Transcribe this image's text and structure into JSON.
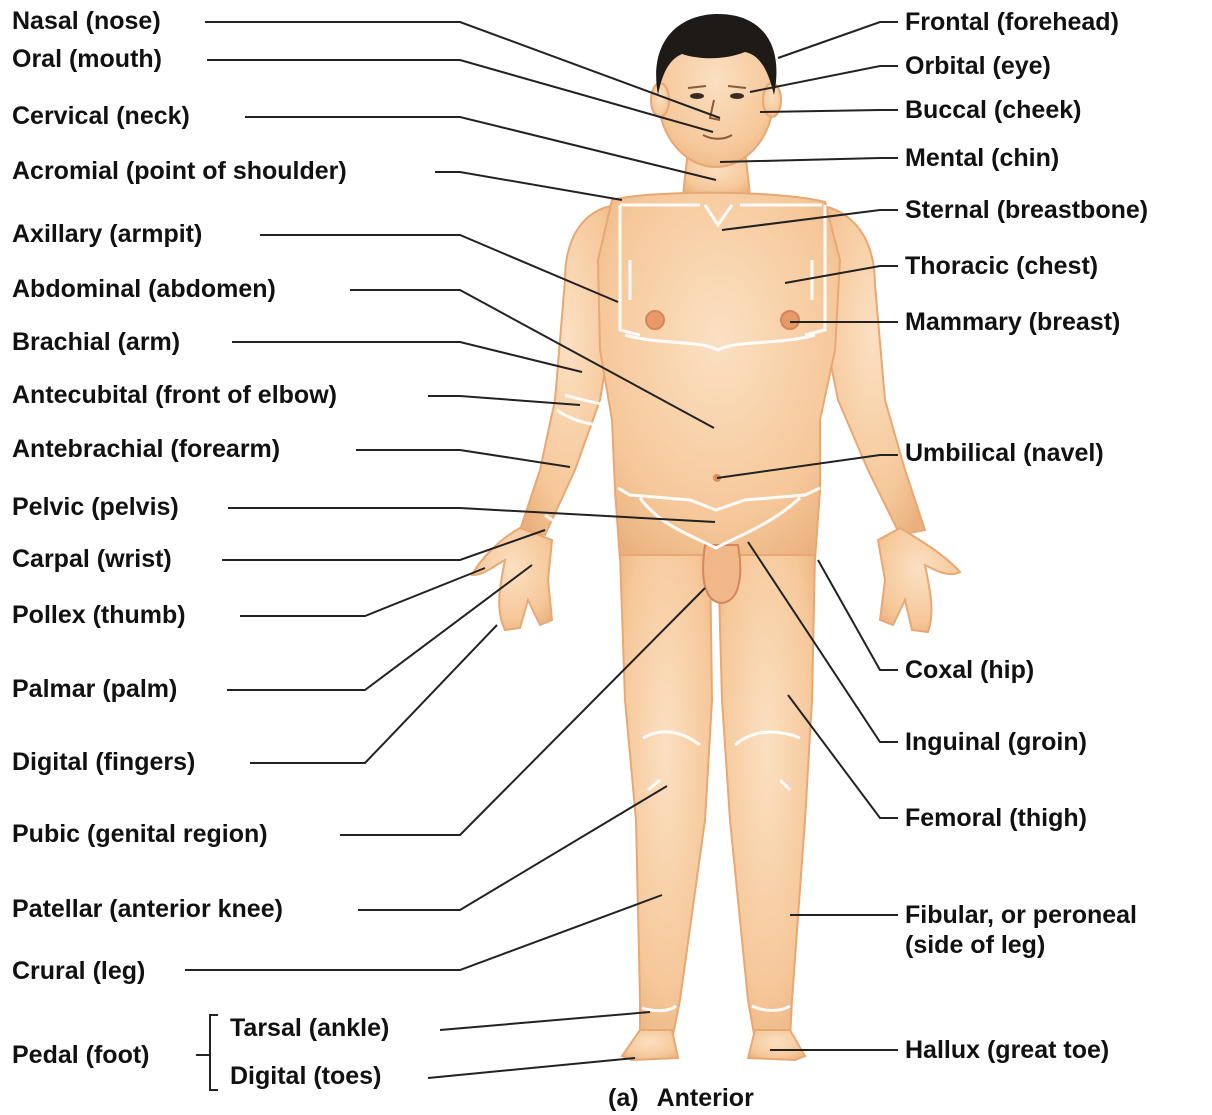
{
  "labels": {
    "left": {
      "nasal": "Nasal (nose)",
      "oral": "Oral (mouth)",
      "cervical": "Cervical (neck)",
      "acromial": "Acromial (point of shoulder)",
      "axillary": "Axillary (armpit)",
      "abdominal": "Abdominal (abdomen)",
      "brachial": "Brachial (arm)",
      "antecubital": "Antecubital (front of elbow)",
      "antebrachial": "Antebrachial (forearm)",
      "pelvic": "Pelvic (pelvis)",
      "carpal": "Carpal (wrist)",
      "pollex": "Pollex (thumb)",
      "palmar": "Palmar (palm)",
      "digital_fingers": "Digital (fingers)",
      "pubic": "Pubic (genital region)",
      "patellar": "Patellar (anterior knee)",
      "crural": "Crural (leg)",
      "pedal": "Pedal (foot)",
      "tarsal": "Tarsal (ankle)",
      "digital_toes": "Digital (toes)"
    },
    "right": {
      "frontal": "Frontal (forehead)",
      "orbital": "Orbital (eye)",
      "buccal": "Buccal (cheek)",
      "mental": "Mental (chin)",
      "sternal": "Sternal (breastbone)",
      "thoracic": "Thoracic (chest)",
      "mammary": "Mammary (breast)",
      "umbilical": "Umbilical (navel)",
      "coxal": "Coxal (hip)",
      "inguinal": "Inguinal (groin)",
      "femoral": "Femoral (thigh)",
      "fibular_line1": "Fibular, or peroneal",
      "fibular_line2": "(side of leg)",
      "hallux": "Hallux (great toe)"
    }
  },
  "caption": {
    "letter": "(a)",
    "title": "Anterior"
  },
  "colors": {
    "skin": "#f6c89a",
    "skin_shadow": "#e8a874",
    "hair": "#1e1a18",
    "region_lines": "#ffffff",
    "leader_lines": "#222222",
    "nipple": "#e79a67"
  }
}
